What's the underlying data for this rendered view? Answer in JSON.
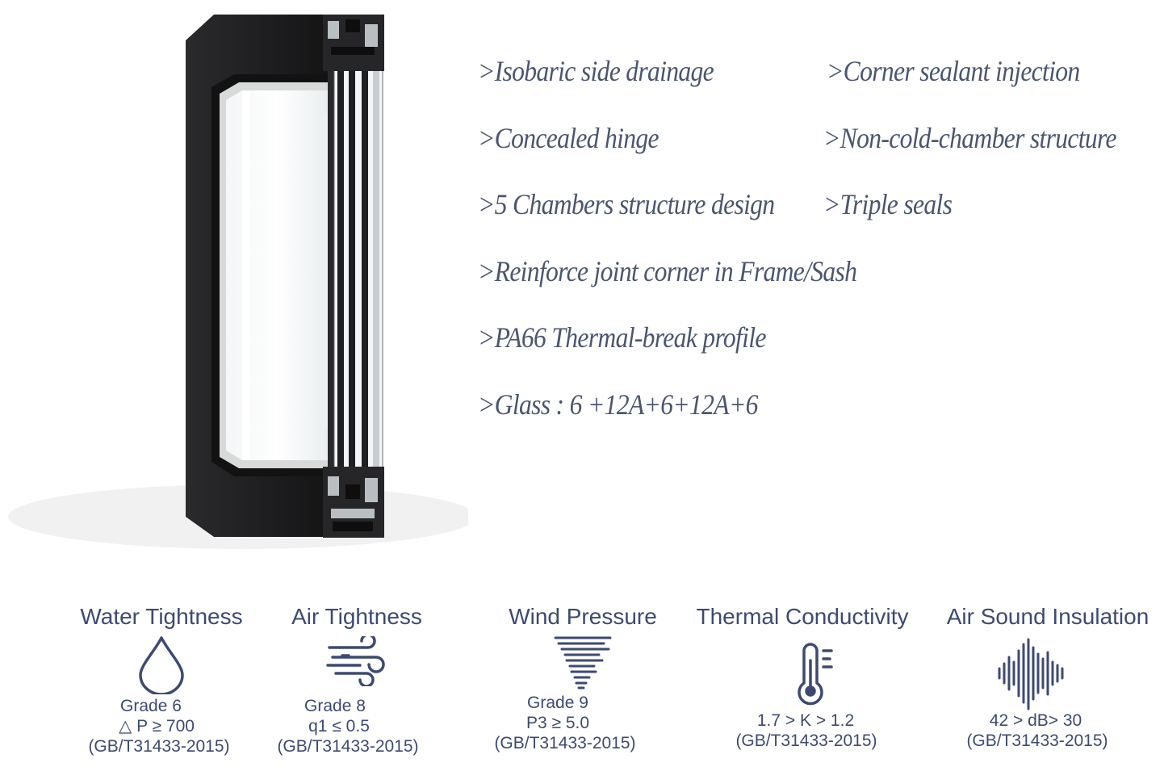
{
  "features": [
    ">Isobaric side drainage",
    ">Corner sealant injection",
    ">Concealed hinge",
    ">Non-cold-chamber structure",
    ">5 Chambers structure design",
    ">Triple seals",
    ">Reinforce joint corner in Frame/Sash",
    ">PA66 Thermal-break profile",
    ">Glass : 6 +12A+6+12A+6"
  ],
  "metrics": [
    {
      "title": "Water Tightness",
      "icon": "water-drop-icon",
      "lines": [
        "Grade 6",
        "△ P ≥ 700",
        "(GB/T31433-2015)"
      ]
    },
    {
      "title": "Air Tightness",
      "icon": "wind-icon",
      "lines": [
        "Grade 8",
        "q1 ≤ 0.5",
        "(GB/T31433-2015)"
      ]
    },
    {
      "title": "Wind Pressure",
      "icon": "tornado-icon",
      "lines": [
        "Grade 9",
        "P3 ≥ 5.0",
        "(GB/T31433-2015)"
      ]
    },
    {
      "title": "Thermal Conductivity",
      "icon": "thermometer-icon",
      "lines": [
        "1.7 > K > 1.2",
        "(GB/T31433-2015)"
      ]
    },
    {
      "title": "Air Sound Insulation",
      "icon": "sound-wave-icon",
      "lines": [
        "42 > dB> 30",
        "(GB/T31433-2015)"
      ]
    }
  ],
  "colors": {
    "accent": "#3d4a72",
    "feature_text": "#4a5670",
    "frame": "#1f1f21"
  }
}
